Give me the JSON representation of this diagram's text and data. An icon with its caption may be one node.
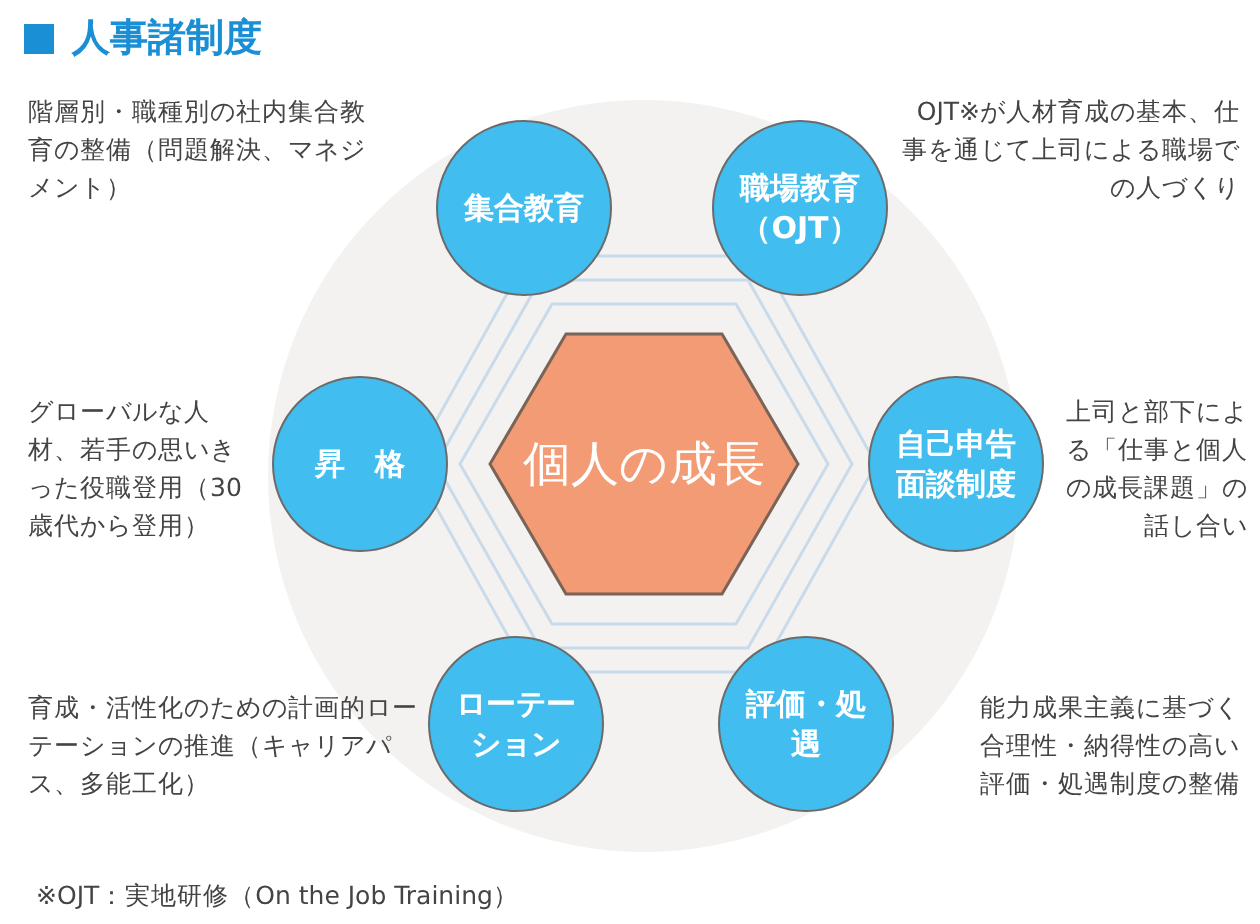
{
  "diagram": {
    "title": "人事諸制度",
    "caption": "※OJT：実地研修（On the Job Training）",
    "nodes": [
      {
        "text": [
          "集合教育"
        ],
        "beside": [
          "階層別・職種別の社内集合教育の整備（問題解決、マネジメント）"
        ]
      },
      {
        "text": [
          "職場教育（OJT）"
        ],
        "beside": [
          "OJT※が人材育成の基本、仕事を通じて上司による職場での人づくり"
        ]
      },
      {
        "text": [
          "昇　格"
        ],
        "beside": [
          "グローバルな人材、若手の思いきった役職登用（30歳代から登用）"
        ]
      },
      {
        "text": [
          "個人の成長"
        ]
      },
      {
        "text": [
          "自己申告面談制度"
        ],
        "beside": [
          "上司と部下による「仕事と個人の成長課題」の話し合い"
        ]
      },
      {
        "text": [
          "ローテーション"
        ],
        "beside": [
          "育成・活性化のための計画的ローテーションの推進（キャリアパス、多能工化）"
        ]
      },
      {
        "text": [
          "評価・処遇"
        ],
        "beside": [
          "能力成果主義に基づく合理性・納得性の高い評価・処遇制度の整備"
        ]
      }
    ],
    "edges": []
  }
}
